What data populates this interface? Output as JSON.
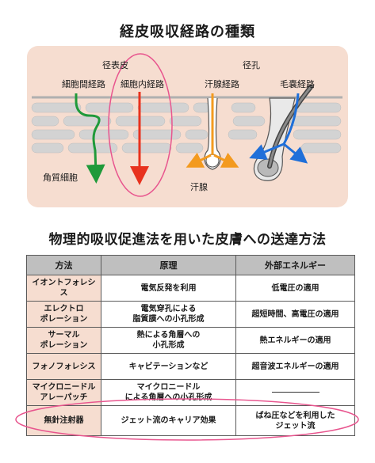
{
  "diagram": {
    "title": "経皮吸収経路の種類",
    "labels": {
      "transepidermal": "径表皮",
      "intercellular": "細胞間経路",
      "intracellular": "細胞内経路",
      "follicular": "径孔",
      "sweat_route": "汗腺経路",
      "hair_route": "毛嚢経路",
      "keratinocyte": "角質細胞",
      "sweat_gland": "汗腺"
    },
    "colors": {
      "background_panel": "#f6ddd0",
      "cell_layers": "#d6d6d6",
      "green_arrow": "#1f9a3a",
      "red_arrow": "#e8321e",
      "orange_arrow": "#f39a1f",
      "blue_arrow": "#1f6fd9",
      "highlight_ellipse": "#e8558e"
    }
  },
  "table": {
    "title": "物理的吸収促進法を用いた皮膚への送達方法",
    "headers": [
      "方法",
      "原理",
      "外部エネルギー"
    ],
    "rows": [
      {
        "method": "イオントフォレシス",
        "principle": "電気反発を利用",
        "energy": "低電圧の適用"
      },
      {
        "method": "エレクトロ\nポレーション",
        "principle": "電気穿孔による\n脂質膜への小孔形成",
        "energy": "超短時間、高電圧の適用"
      },
      {
        "method": "サーマル\nポレーション",
        "principle": "熱による角層への\n小孔形成",
        "energy": "熱エネルギーの適用"
      },
      {
        "method": "フォノフォレシス",
        "principle": "キャビテーションなど",
        "energy": "超音波エネルギーの適用"
      },
      {
        "method": "マイクロニードル\nアレーパッチ",
        "principle": "マイクロニードル\nによる角層への小孔形成",
        "energy": ""
      },
      {
        "method": "無針注射器",
        "principle": "ジェット流のキャリア効果",
        "energy": "ばね圧などを利用した\nジェット流"
      }
    ]
  }
}
